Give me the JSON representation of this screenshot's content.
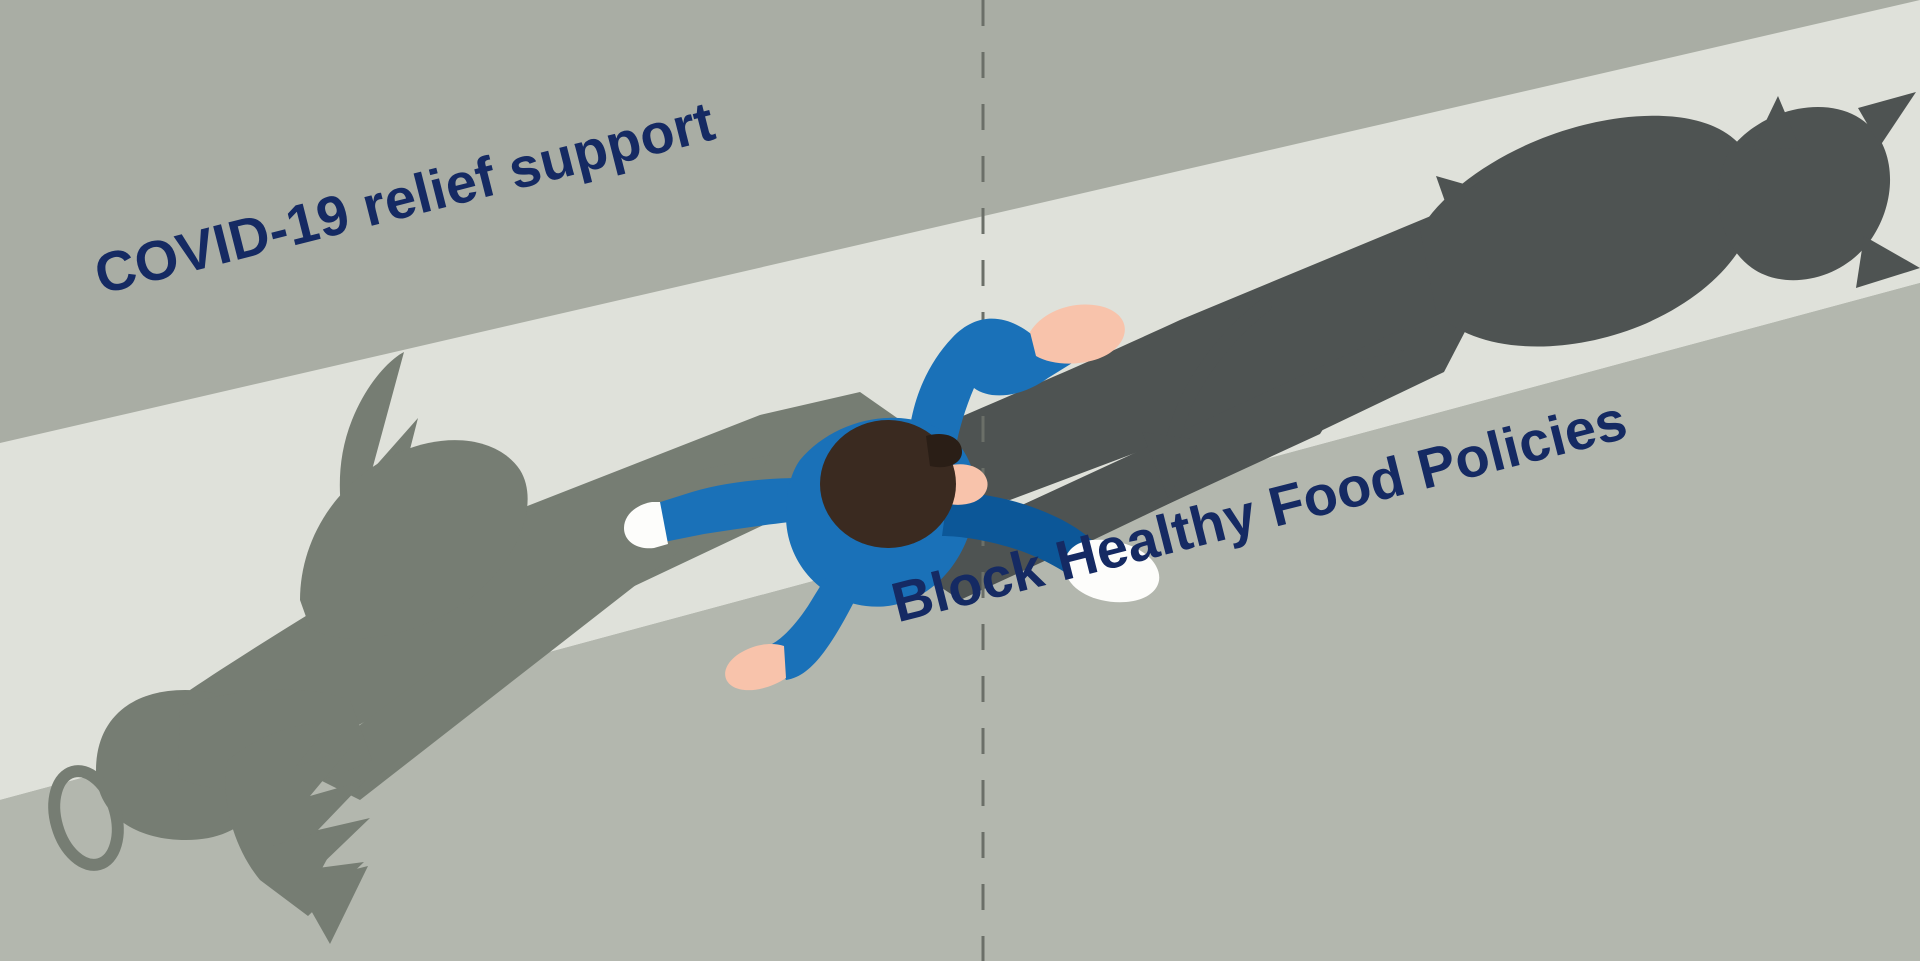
{
  "illustration": {
    "title": "Shadow of angel and devil cast by a running figure on a road",
    "labels": {
      "left": "COVID-19 relief support",
      "right": "Block Healthy Food Policies"
    },
    "label_color": "#152a63"
  },
  "colors": {
    "background_upper": "#a9ada4",
    "background_band": "#dfe1da",
    "background_lower": "#b3b7ae",
    "shadow_light": "#767d73",
    "shadow_dark": "#4e5352",
    "shirt_blue": "#1a71b8",
    "shirt_blue_dark": "#0c5798",
    "hair_brown": "#3a2a20",
    "skin_pink": "#f8c3ab",
    "shoe_white": "#fdfdfb",
    "divider": "#6b6f68"
  },
  "elements": {
    "angel_shadow": "angel-shadow",
    "devil_shadow": "devil-shadow",
    "halo": "halo-ring",
    "runner": "running-figure",
    "divider": "center-dashed-divider",
    "arrow": "curved-arrow"
  }
}
